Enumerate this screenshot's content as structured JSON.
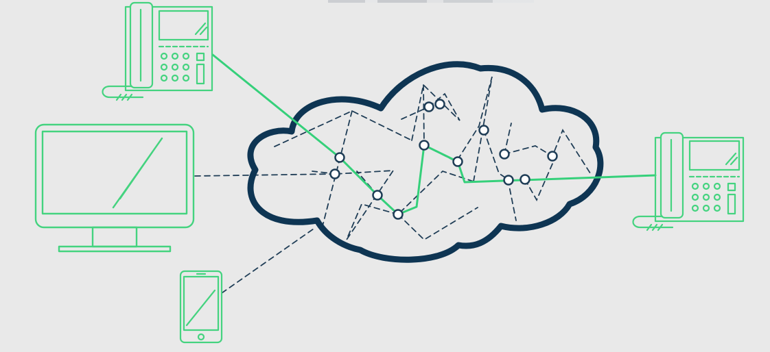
{
  "colors": {
    "background": "#e9e9e9",
    "device_outline": "#44d37f",
    "active_route": "#35d07a",
    "cloud_outline": "#0e3553",
    "network_links": "#1f3d56",
    "node_fill": "#ffffff"
  },
  "devices": [
    {
      "name": "desk-phone-top-left",
      "icon": "desk-phone-icon"
    },
    {
      "name": "desktop-monitor",
      "icon": "monitor-icon"
    },
    {
      "name": "smartphone",
      "icon": "smartphone-icon"
    },
    {
      "name": "desk-phone-right",
      "icon": "desk-phone-icon"
    }
  ],
  "connections": [
    {
      "from": "desk-phone-top-left",
      "style": "solid-green",
      "role": "active-call-route"
    },
    {
      "from": "desktop-monitor",
      "style": "dashed-navy"
    },
    {
      "from": "smartphone",
      "style": "dashed-navy"
    },
    {
      "from": "desk-phone-right",
      "style": "solid-green",
      "role": "active-call-route"
    }
  ],
  "network": {
    "shape": "cloud",
    "nodes": 13
  }
}
